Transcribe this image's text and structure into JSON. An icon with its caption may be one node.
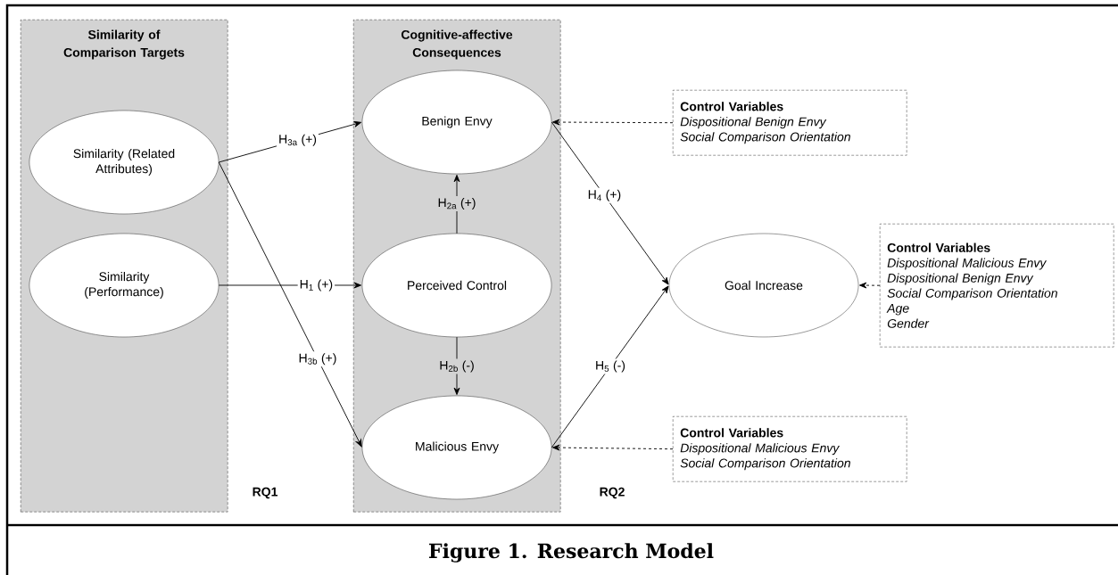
{
  "diagram": {
    "caption": "Figure 1. Research Model",
    "nodes": [
      {
        "text": [
          "Similarity of Comparison Targets"
        ]
      },
      {
        "text": [
          "Cognitive-affective Consequences"
        ]
      },
      {
        "text": [
          "Similarity (Related Attributes)"
        ],
        "in": 0
      },
      {
        "text": [
          "Similarity (Performance)"
        ],
        "in": 0
      },
      {
        "text": [
          "Benign Envy"
        ],
        "in": 1
      },
      {
        "text": [
          "Perceived Control"
        ],
        "in": 1
      },
      {
        "text": [
          "Malicious Envy"
        ],
        "in": 1
      },
      {
        "text": [
          "Goal Increase"
        ]
      },
      {
        "text": [
          "Control Variables",
          "Dispositional Benign Envy",
          "Social Comparison Orientation"
        ]
      },
      {
        "text": [
          "Control Variables",
          "Dispositional Malicious Envy",
          "Dispositional Benign Envy",
          "Social Comparison Orientation",
          "Age",
          "Gender"
        ]
      },
      {
        "text": [
          "Control Variables",
          "Dispositional Malicious Envy",
          "Social Comparison Orientation"
        ]
      }
    ],
    "edges": [
      {
        "from": 2,
        "to": 4,
        "arrow": "to",
        "label": "H$_{3a}$ (+)"
      },
      {
        "from": 2,
        "to": 6,
        "arrow": "to",
        "label": "H$_{3b}$ (+)"
      },
      {
        "from": 3,
        "to": 5,
        "arrow": "to",
        "label": "H$_{1}$ (+)"
      },
      {
        "from": 5,
        "to": 4,
        "arrow": "to",
        "label": "H$_{2a}$ (+)"
      },
      {
        "from": 5,
        "to": 6,
        "arrow": "to",
        "label": "H$_{2b}$ (-)"
      },
      {
        "from": 4,
        "to": 7,
        "arrow": "to",
        "label": "H$_{4}$ (+)"
      },
      {
        "from": 6,
        "to": 7,
        "arrow": "to",
        "label": "H$_{5}$ (-)"
      },
      {
        "from": 8,
        "to": 4,
        "arrow": "to",
        "style": "dashed"
      },
      {
        "from": 9,
        "to": 7,
        "arrow": "to",
        "style": "dashed"
      },
      {
        "from": 10,
        "to": 6,
        "arrow": "to",
        "style": "dashed"
      }
    ],
    "labels": [
      "RQ1",
      "RQ2"
    ]
  }
}
